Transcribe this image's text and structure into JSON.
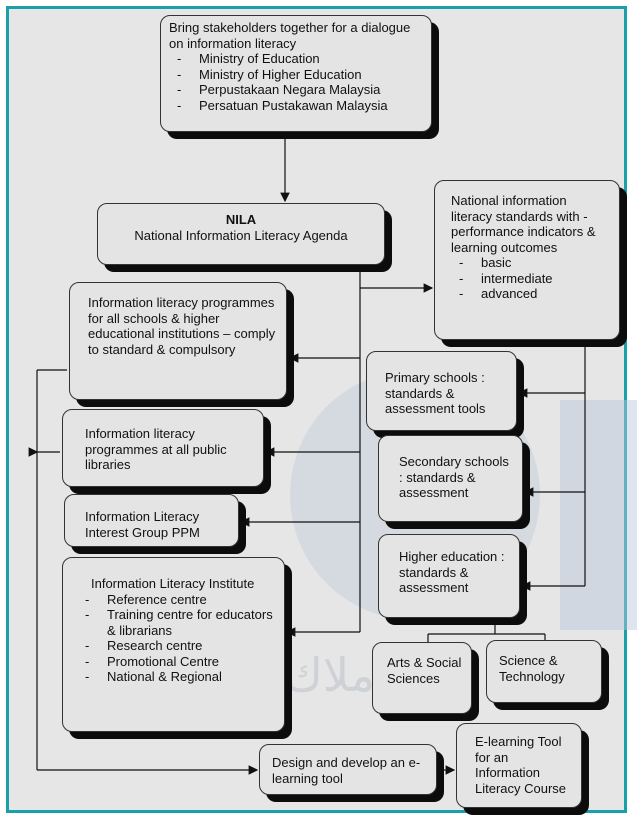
{
  "stakeholders": {
    "text": "Bring stakeholders together for a dialogue on information literacy",
    "items": [
      "Ministry of Education",
      "Ministry of Higher Education",
      "Perpustakaan Negara Malaysia",
      "Persatuan Pustakawan Malaysia"
    ]
  },
  "nila": {
    "title": "NILA",
    "subtitle": "National Information Literacy  Agenda"
  },
  "standards": {
    "text": "National information literacy standards with - performance indicators & learning outcomes",
    "items": [
      "basic",
      "intermediate",
      "advanced"
    ]
  },
  "programmes_schools": "Information literacy programmes for all schools & higher educational institutions – comply to standard & compulsory",
  "programmes_libraries": "Information literacy programmes at all public libraries",
  "interest_group": "Information Literacy Interest Group PPM",
  "institute": {
    "title": "Information Literacy Institute",
    "items": [
      "Reference centre",
      "Training centre for educators & librarians",
      "Research centre",
      "Promotional Centre",
      "National & Regional"
    ]
  },
  "primary": "Primary schools : standards & assessment tools",
  "secondary": "Secondary schools : standards & assessment",
  "higher": "Higher education : standards & assessment",
  "arts": "Arts & Social Sciences",
  "science": "Science & Technology",
  "design": "Design and develop an e-learning tool",
  "elearning": "E-learning Tool for an Information Literacy Course"
}
